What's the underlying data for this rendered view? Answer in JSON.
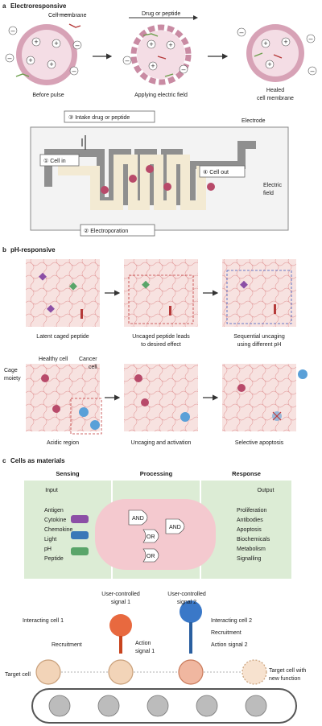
{
  "panel_a": {
    "letter": "a",
    "title": "Electroresponsive",
    "cell_membrane": "Cell membrane",
    "drug_or_peptide": "Drug or peptide",
    "before_pulse": "Before pulse",
    "applying_field": "Applying electric field",
    "healed_1": "Healed",
    "healed_2": "cell membrane",
    "intake": "③ Intake drug or peptide",
    "electrode": "Electrode",
    "cell_in": "① Cell in",
    "cell_out": "④ Cell out",
    "electric_1": "Electric",
    "electric_2": "field",
    "electroporation": "② Electroporation"
  },
  "panel_b": {
    "letter": "b",
    "title": "pH-responsive",
    "latent": "Latent caged peptide",
    "uncaged_1": "Uncaged peptide leads",
    "uncaged_2": "to desired effect",
    "sequential_1": "Sequential uncaging",
    "sequential_2": "using different pH",
    "healthy_cell": "Healthy cell",
    "cage_1": "Cage",
    "cage_2": "moiety",
    "cancer_1": "Cancer",
    "cancer_2": "cell",
    "acidic_region": "Acidic region",
    "uncaging_activation": "Uncaging and activation",
    "selective_apoptosis": "Selective apoptosis"
  },
  "panel_c": {
    "letter": "c",
    "title": "Cells as materials",
    "sensing": "Sensing",
    "processing": "Processing",
    "response": "Response",
    "input": "Input",
    "output": "Output",
    "inputs": [
      "Antigen",
      "Cytokine",
      "Chemokine",
      "Light",
      "pH",
      "Peptide"
    ],
    "outputs": [
      "Proliferation",
      "Antibodies",
      "Apoptosis",
      "Biochemicals",
      "Metabolism",
      "Signalling"
    ],
    "gate_and": "AND",
    "gate_or": "OR",
    "user_signal_1a": "User-controlled",
    "user_signal_1b": "signal 1",
    "user_signal_2a": "User-controlled",
    "user_signal_2b": "signal 2",
    "interacting_1": "Interacting cell 1",
    "interacting_2": "Interacting cell 2",
    "recruitment": "Recruitment",
    "action_1a": "Action",
    "action_1b": "signal 1",
    "action_2": "Action signal 2",
    "target_cell": "Target cell",
    "target_new_1": "Target cell with",
    "target_new_2": "new function"
  },
  "colors": {
    "membrane": "#c98ba3",
    "cell_fill": "#f4dde5",
    "chip": "#f3ead3",
    "electrode": "#8f8f8f",
    "gel": "#f7e2e0",
    "panel_green": "#dcecd5"
  }
}
